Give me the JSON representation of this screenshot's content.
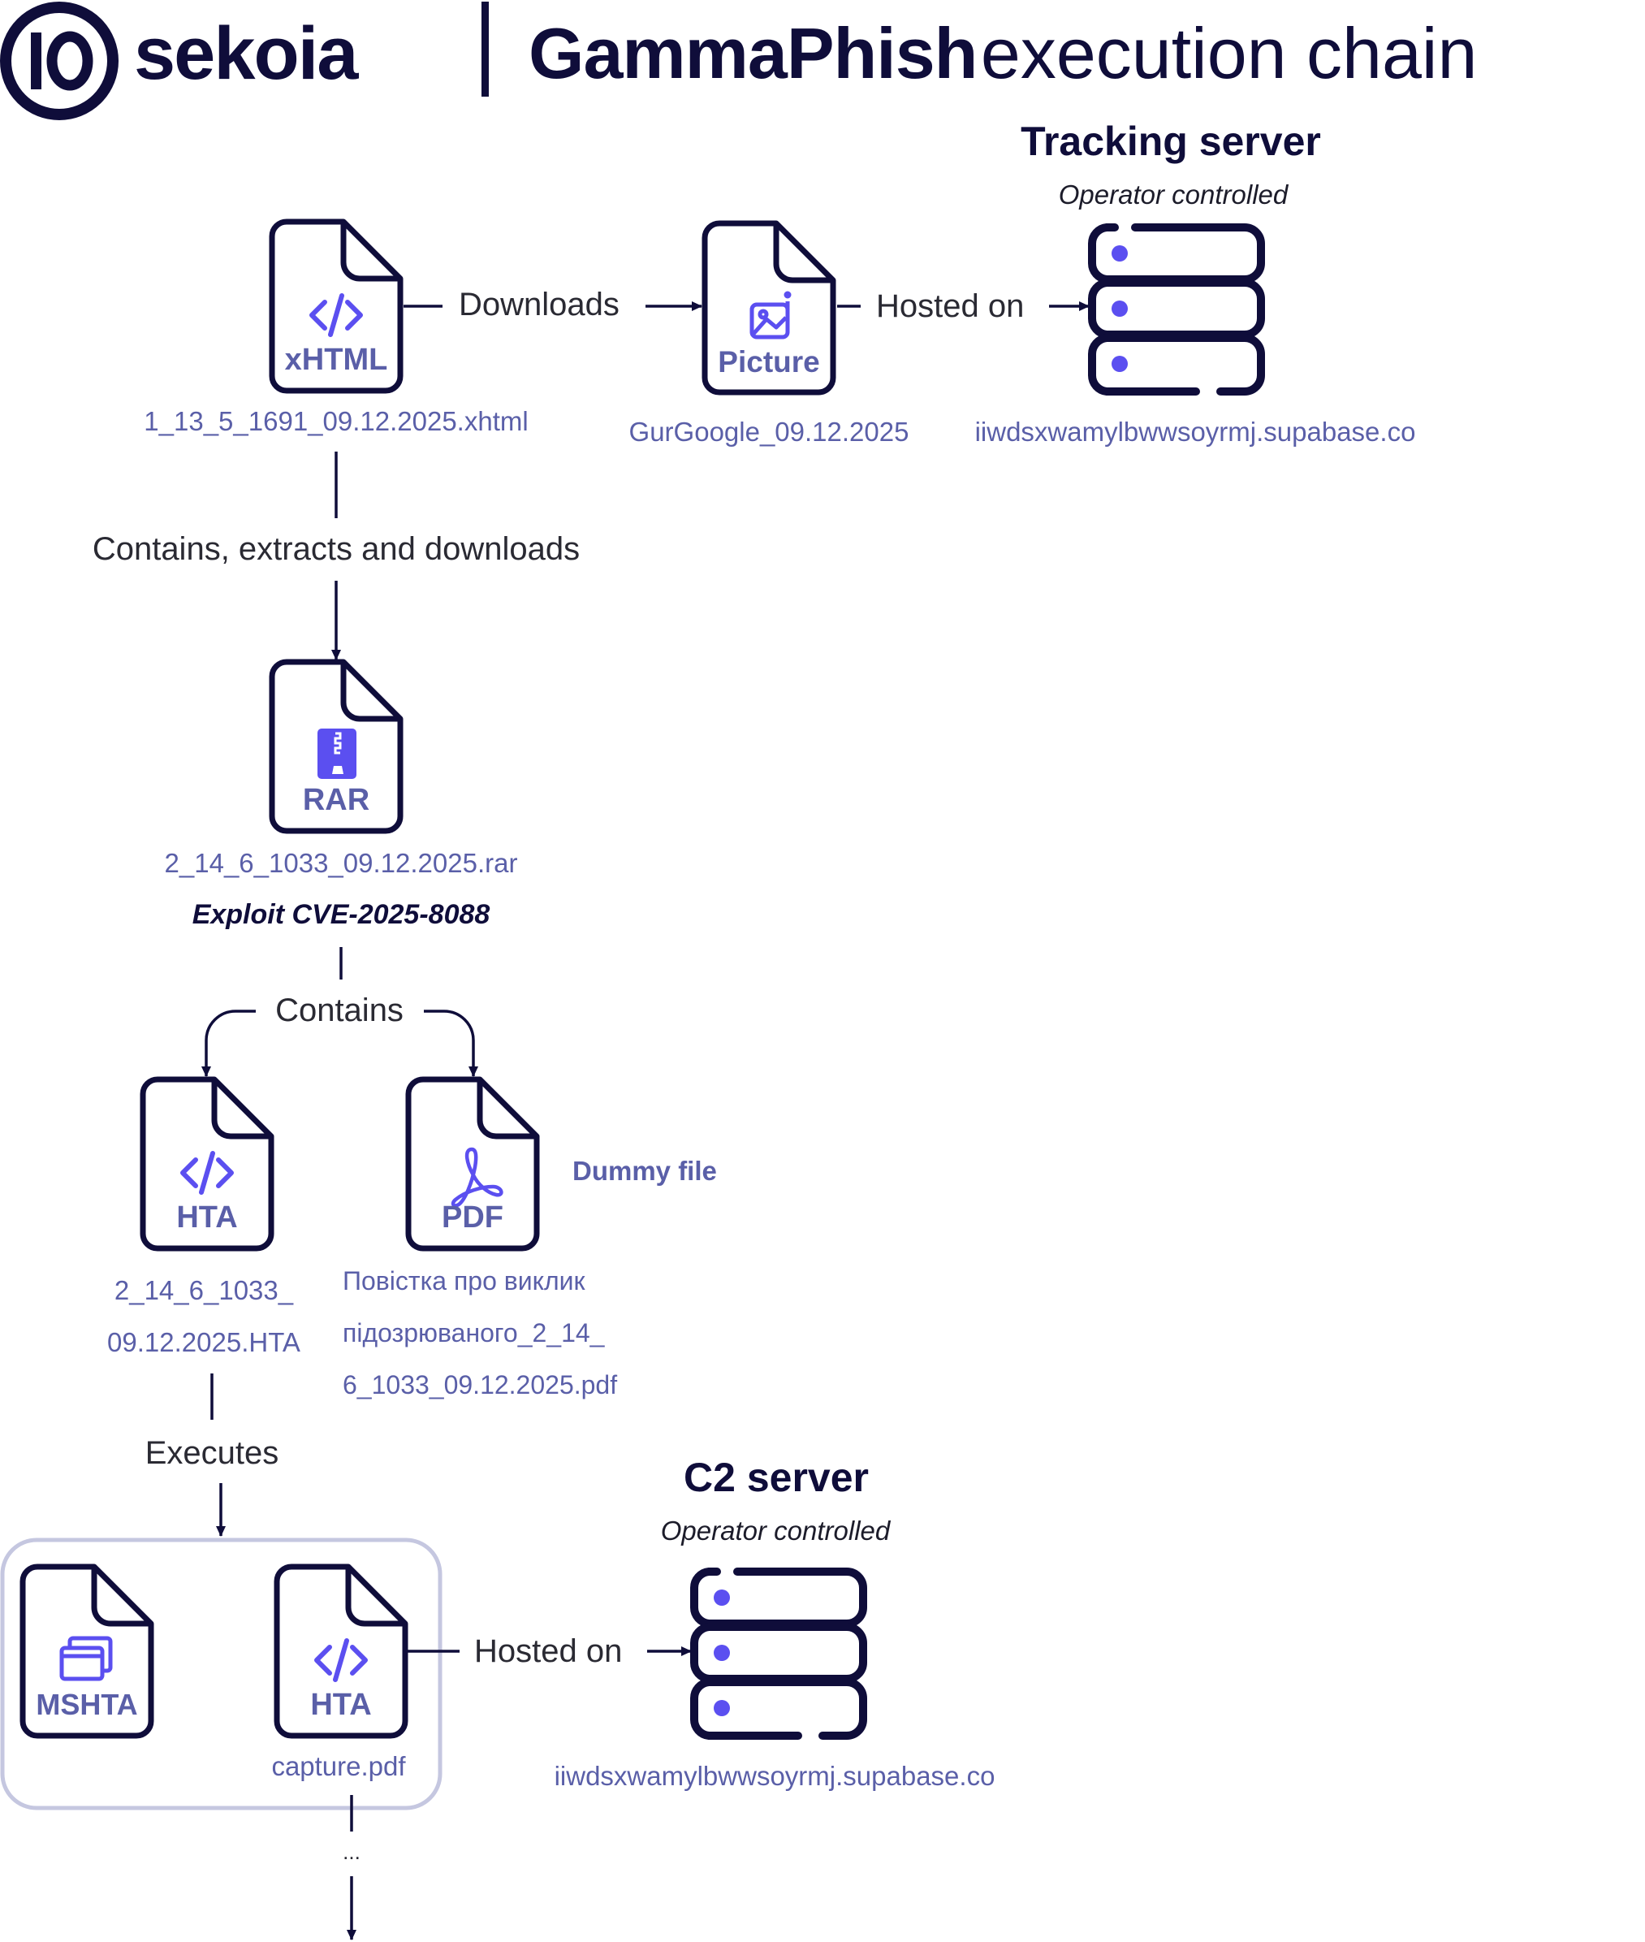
{
  "brand": {
    "logo_text": "sekoia"
  },
  "title": {
    "strong": "GammaPhish",
    "light": "execution chain"
  },
  "nodes": {
    "xhtml": {
      "type_label": "xHTML",
      "filename": "1_13_5_1691_09.12.2025.xhtml"
    },
    "picture": {
      "type_label": "Picture",
      "filename": "GurGoogle_09.12.2025"
    },
    "rar": {
      "type_label": "RAR",
      "filename": "2_14_6_1033_09.12.2025.rar",
      "note": "Exploit CVE-2025-8088"
    },
    "hta": {
      "type_label": "HTA",
      "filename_line1": "2_14_6_1033_",
      "filename_line2": "09.12.2025.HTA"
    },
    "pdf": {
      "type_label": "PDF",
      "note": "Dummy file",
      "filename_line1": "Повістка про виклик",
      "filename_line2": "підозрюваного_2_14_",
      "filename_line3": "6_1033_09.12.2025.pdf"
    },
    "mshta": {
      "type_label": "MSHTA"
    },
    "hta2": {
      "type_label": "HTA",
      "filename": "capture.pdf"
    }
  },
  "servers": {
    "tracking": {
      "title": "Tracking server",
      "subtitle": "Operator controlled",
      "domain": "iiwdsxwamylbwwsoyrmj.supabase.co"
    },
    "c2": {
      "title": "C2 server",
      "subtitle": "Operator controlled",
      "domain": "iiwdsxwamylbwwsoyrmj.supabase.co"
    }
  },
  "edges": {
    "downloads": "Downloads",
    "hosted_on_1": "Hosted on",
    "contains_extracts": "Contains, extracts and downloads",
    "contains": "Contains",
    "executes": "Executes",
    "hosted_on_2": "Hosted on",
    "continuation": "..."
  },
  "colors": {
    "navy": "#0f0d3a",
    "accent": "#5b4ff0",
    "file_label": "#5a5fa8",
    "group_border": "#c5c7e0"
  }
}
